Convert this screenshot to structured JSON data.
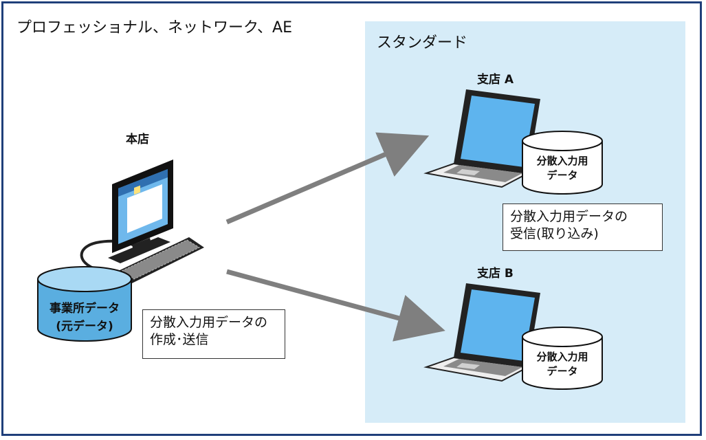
{
  "edition_label": "プロフェッショナル、ネットワーク、AE",
  "standard_label": "スタンダード",
  "headquarters": {
    "label": "本店",
    "database_line1": "事業所データ",
    "database_line2": "(元データ)",
    "note_line1": "分散入力用データの",
    "note_line2": "作成･送信"
  },
  "branch_a": {
    "label": "支店 A",
    "database_line1": "分散入力用",
    "database_line2": "データ"
  },
  "branch_b": {
    "label": "支店 B",
    "database_line1": "分散入力用",
    "database_line2": "データ"
  },
  "receive_note": {
    "line1": "分散入力用データの",
    "line2": "受信(取り込み)"
  },
  "colors": {
    "frame_border": "#1f3f7a",
    "standard_zone": "#d6ecf8",
    "arrow": "#7f7f7f",
    "hq_database": "#5aaee0",
    "screen": "#5eb4ee"
  }
}
